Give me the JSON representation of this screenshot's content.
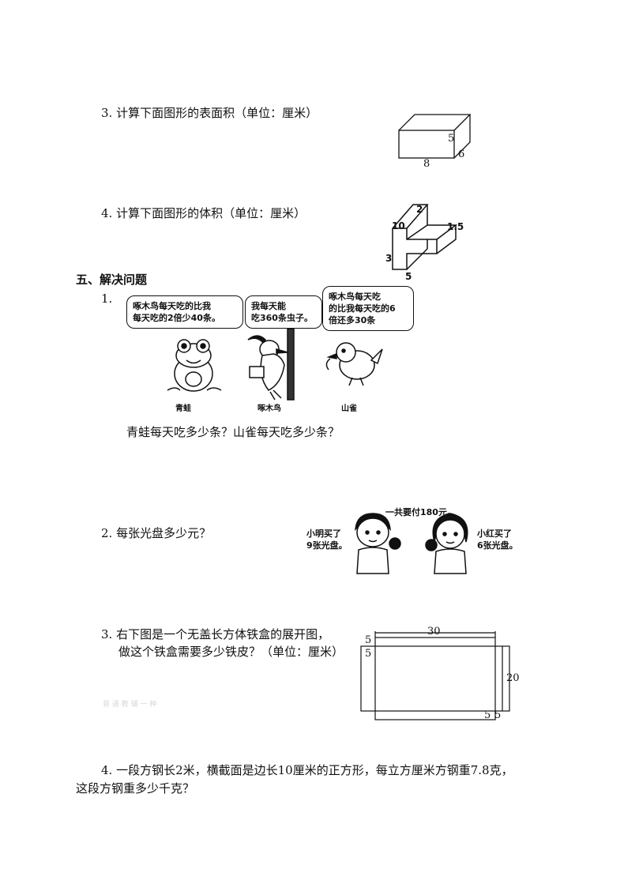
{
  "q3": {
    "text": "3. 计算下面图形的表面积（单位：厘米）",
    "dims": {
      "height": "5",
      "width": "6",
      "length": "8"
    }
  },
  "q4": {
    "text": "4. 计算下面图形的体积（单位：厘米）",
    "dims": {
      "top": "2",
      "tall": "10",
      "step": "1.5",
      "low": "3",
      "base": "5"
    }
  },
  "section5": {
    "title": "五、解决问题",
    "p1": {
      "number": "1.",
      "frog_speech": [
        "啄木鸟每天吃的比我",
        "每天吃的2倍少40条。"
      ],
      "woodpecker_speech": [
        "我每天能",
        "吃360条虫子。"
      ],
      "sparrow_speech": [
        "啄木鸟每天吃",
        "的比我每天吃的6",
        "倍还多30条"
      ],
      "captions": {
        "frog": "青蛙",
        "woodpecker": "啄木鸟",
        "sparrow": "山雀"
      },
      "question": "青蛙每天吃多少条？山雀每天吃多少条？"
    },
    "p2": {
      "text": "2. 每张光盘多少元？",
      "total": "一共要付180元。",
      "boy_speech": [
        "小明买了",
        "9张光盘。"
      ],
      "girl_speech": [
        "小红买了",
        "6张光盘。"
      ]
    },
    "p3": {
      "line1": "3. 右下图是一个无盖长方体铁盒的展开图，",
      "line2": "做这个铁盒需要多少铁皮？（单位：厘米）",
      "faint": "普 通  教 辅 一 种",
      "dims": {
        "top": "30",
        "side_a": "5",
        "side_b": "5",
        "right": "20",
        "bottom_a": "5",
        "bottom_b": "5"
      }
    },
    "p4": {
      "line1": "4. 一段方钢长2米，横截面是边长10厘米的正方形，每立方厘米方钢重7.8克，",
      "line2": "这段方钢重多少千克？"
    }
  }
}
